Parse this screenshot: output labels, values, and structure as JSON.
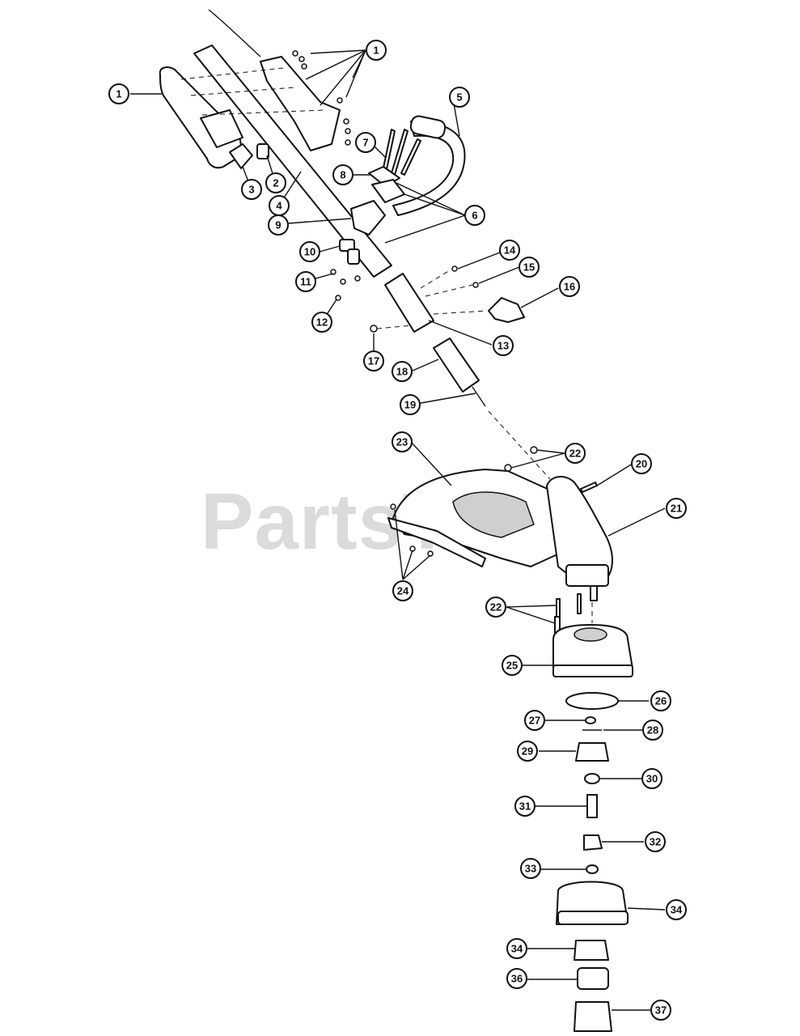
{
  "watermark": "PartsTree",
  "callouts": [
    {
      "id": "c1a",
      "label": "1"
    },
    {
      "id": "c1b",
      "label": "1"
    },
    {
      "id": "c2",
      "label": "2"
    },
    {
      "id": "c3",
      "label": "3"
    },
    {
      "id": "c4",
      "label": "4"
    },
    {
      "id": "c5",
      "label": "5"
    },
    {
      "id": "c6",
      "label": "6"
    },
    {
      "id": "c7",
      "label": "7"
    },
    {
      "id": "c8",
      "label": "8"
    },
    {
      "id": "c9",
      "label": "9"
    },
    {
      "id": "c10",
      "label": "10"
    },
    {
      "id": "c11",
      "label": "11"
    },
    {
      "id": "c12",
      "label": "12"
    },
    {
      "id": "c13",
      "label": "13"
    },
    {
      "id": "c14",
      "label": "14"
    },
    {
      "id": "c15",
      "label": "15"
    },
    {
      "id": "c16",
      "label": "16"
    },
    {
      "id": "c17",
      "label": "17"
    },
    {
      "id": "c18",
      "label": "18"
    },
    {
      "id": "c19",
      "label": "19"
    },
    {
      "id": "c20",
      "label": "20"
    },
    {
      "id": "c21",
      "label": "21"
    },
    {
      "id": "c22a",
      "label": "22"
    },
    {
      "id": "c22b",
      "label": "22"
    },
    {
      "id": "c23",
      "label": "23"
    },
    {
      "id": "c24",
      "label": "24"
    },
    {
      "id": "c25",
      "label": "25"
    },
    {
      "id": "c26",
      "label": "26"
    },
    {
      "id": "c27",
      "label": "27"
    },
    {
      "id": "c28",
      "label": "28"
    },
    {
      "id": "c29",
      "label": "29"
    },
    {
      "id": "c30",
      "label": "30"
    },
    {
      "id": "c31",
      "label": "31"
    },
    {
      "id": "c32",
      "label": "32"
    },
    {
      "id": "c33",
      "label": "33"
    },
    {
      "id": "c34a",
      "label": "34"
    },
    {
      "id": "c34b",
      "label": "34"
    },
    {
      "id": "c36",
      "label": "36"
    },
    {
      "id": "c37",
      "label": "37"
    }
  ]
}
